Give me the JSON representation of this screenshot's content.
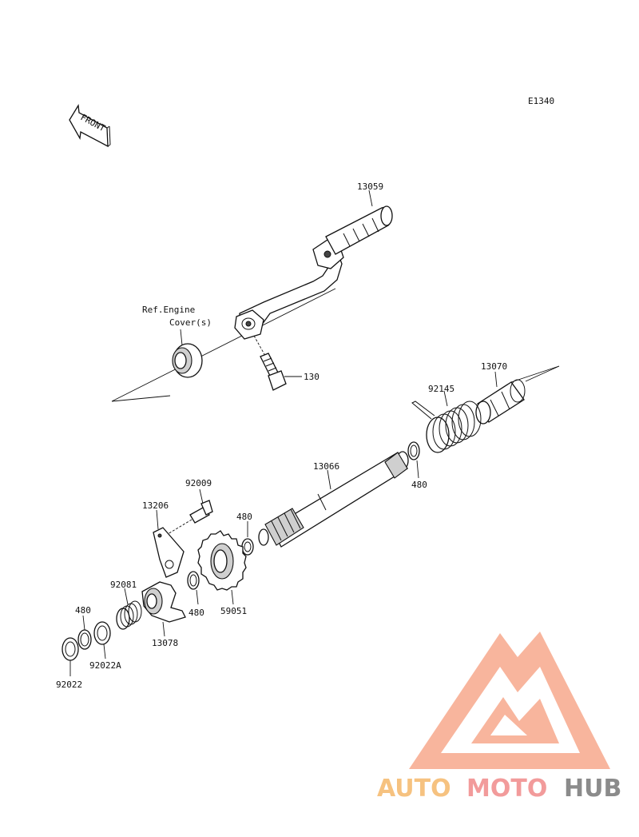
{
  "diagram": {
    "code": "E1340",
    "front_label": "FRONT",
    "ref_note_line1": "Ref.Engine",
    "ref_note_line2": "Cover(s)",
    "parts": {
      "kick_pedal": "13059",
      "bolt": "130",
      "bushing": "13070",
      "spring": "92145",
      "shaft": "13066",
      "circlip_a": "480",
      "circlip_b": "480",
      "circlip_c": "480",
      "circlip_d": "480",
      "bolt_guide": "92009",
      "guide": "13206",
      "gear": "59051",
      "ratchet": "13078",
      "ratchet_spring": "92081",
      "washer_a": "92022A",
      "washer": "92022"
    }
  },
  "watermark": {
    "text_auto": "AUTO",
    "text_moto": "MOTO",
    "text_hub": "HUB",
    "color_light": "#f7a98c",
    "color_orange": "#f5b86a",
    "color_red": "#f08a8a",
    "color_gray": "#777777"
  }
}
